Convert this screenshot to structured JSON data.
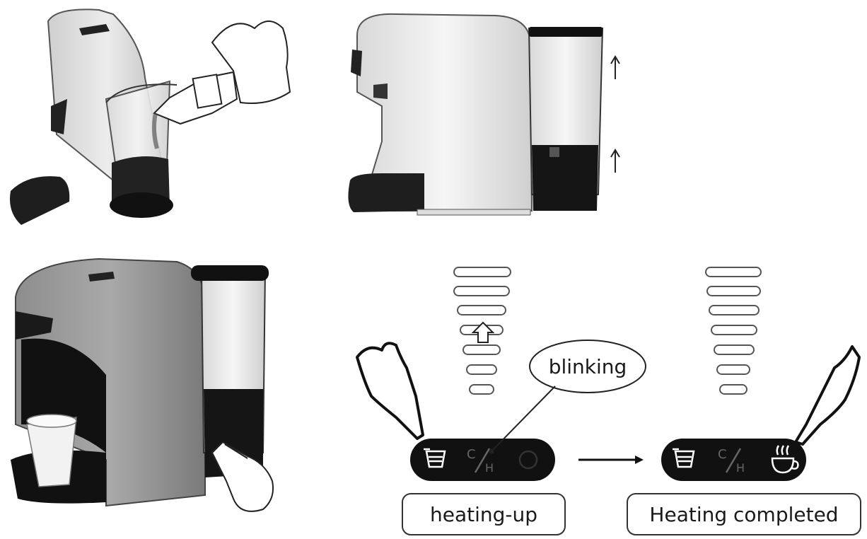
{
  "callouts": {
    "blinking": "blinking"
  },
  "states": {
    "heating_up": "heating-up",
    "heating_completed": "Heating completed"
  },
  "panel_icons": {
    "water_icon": "water-tank-icon",
    "mode_icon": "cold-hot-icon",
    "coffee_icon": "coffee-cup-icon"
  },
  "panel_glyphs": {
    "cold": "C",
    "hot": "H"
  }
}
